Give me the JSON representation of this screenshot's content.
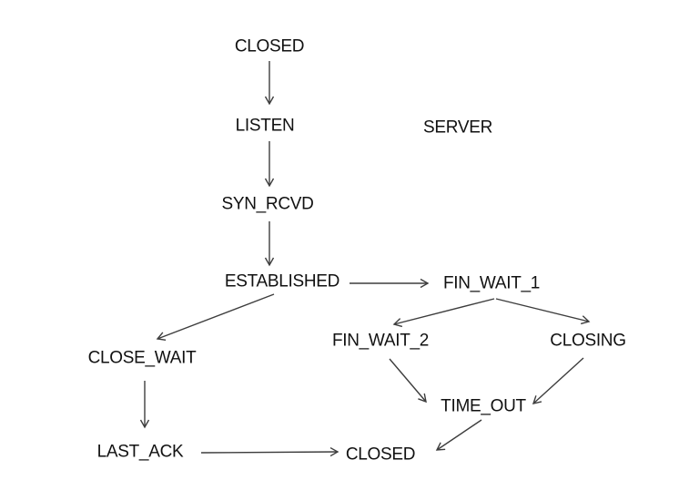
{
  "canvas": {
    "background": "#ffffff",
    "text_color": "#111111",
    "arrow_color": "#3d3d3d"
  },
  "diagram": {
    "type": "state-transition-diagram",
    "annotation": "SERVER",
    "nodes": {
      "closed_top": {
        "label": "CLOSED"
      },
      "listen": {
        "label": "LISTEN"
      },
      "syn_rcvd": {
        "label": "SYN_RCVD"
      },
      "established": {
        "label": "ESTABLISHED"
      },
      "fin_wait_1": {
        "label": "FIN_WAIT_1"
      },
      "fin_wait_2": {
        "label": "FIN_WAIT_2"
      },
      "closing": {
        "label": "CLOSING"
      },
      "close_wait": {
        "label": "CLOSE_WAIT"
      },
      "time_out": {
        "label": "TIME_OUT"
      },
      "last_ack": {
        "label": "LAST_ACK"
      },
      "closed_bottom": {
        "label": "CLOSED"
      }
    },
    "edges": [
      {
        "from": "CLOSED",
        "to": "LISTEN"
      },
      {
        "from": "LISTEN",
        "to": "SYN_RCVD"
      },
      {
        "from": "SYN_RCVD",
        "to": "ESTABLISHED"
      },
      {
        "from": "ESTABLISHED",
        "to": "FIN_WAIT_1"
      },
      {
        "from": "ESTABLISHED",
        "to": "CLOSE_WAIT"
      },
      {
        "from": "FIN_WAIT_1",
        "to": "FIN_WAIT_2"
      },
      {
        "from": "FIN_WAIT_1",
        "to": "CLOSING"
      },
      {
        "from": "CLOSE_WAIT",
        "to": "LAST_ACK"
      },
      {
        "from": "LAST_ACK",
        "to": "CLOSED"
      },
      {
        "from": "FIN_WAIT_2",
        "to": "TIME_OUT"
      },
      {
        "from": "CLOSING",
        "to": "TIME_OUT"
      },
      {
        "from": "TIME_OUT",
        "to": "CLOSED"
      }
    ]
  }
}
